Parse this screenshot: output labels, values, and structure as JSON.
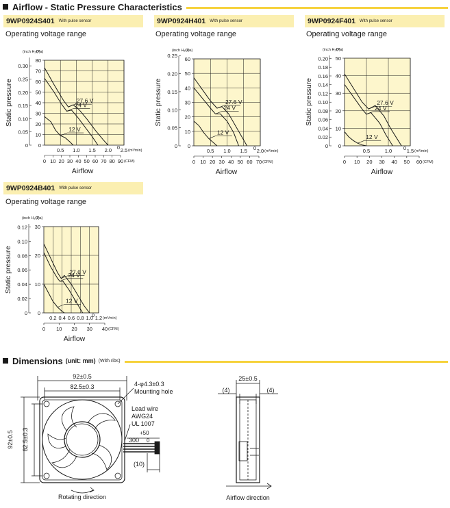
{
  "header": {
    "title": "Airflow - Static Pressure Characteristics"
  },
  "op_label": "Operating voltage range",
  "units": {
    "inch": "(inch H₂O)",
    "pa": "(Pa)",
    "m3": "(m³/min)",
    "cfm": "(CFM)"
  },
  "axis_labels": {
    "y": "Static pressure",
    "x": "Airflow"
  },
  "chart_data": [
    {
      "type": "line",
      "model": "9WP0924S401",
      "note": "With pulse sensor",
      "xlim": [
        0,
        2.5
      ],
      "ylim": [
        0,
        80
      ],
      "x_ticks": [
        "0.5",
        "1.0",
        "1.5",
        "2.0",
        "2.5"
      ],
      "pa_ticks": [
        "0",
        "10",
        "20",
        "30",
        "40",
        "50",
        "60",
        "70",
        "80"
      ],
      "inch_ticks": [
        "0",
        "0.05",
        "0.10",
        "0.15",
        "0.20",
        "0.25",
        "0.30"
      ],
      "cfm_ticks": [
        "0",
        "10",
        "20",
        "30",
        "40",
        "50",
        "60",
        "70",
        "80",
        "90"
      ],
      "series": [
        {
          "name": "27.6 V",
          "x": [
            0,
            0.3,
            0.6,
            0.75,
            0.9,
            1.1,
            1.35,
            1.6,
            1.85,
            2.0
          ],
          "y": [
            73,
            57,
            42,
            36,
            38,
            33,
            24,
            14,
            5,
            0
          ]
        },
        {
          "name": "24 V",
          "x": [
            0,
            0.3,
            0.55,
            0.7,
            0.85,
            1.05,
            1.3,
            1.5,
            1.68
          ],
          "y": [
            63,
            50,
            38,
            32,
            33,
            26,
            16,
            8,
            0
          ]
        },
        {
          "name": "12 V",
          "x": [
            0,
            0.2,
            0.35,
            0.5,
            0.65,
            0.8,
            0.9
          ],
          "y": [
            27,
            22,
            14,
            9,
            7,
            3,
            0
          ]
        }
      ]
    },
    {
      "type": "line",
      "model": "9WP0924H401",
      "note": "With pulse sensor",
      "xlim": [
        0,
        2.0
      ],
      "ylim": [
        0,
        60
      ],
      "x_ticks": [
        "0.5",
        "1.0",
        "1.5",
        "2.0"
      ],
      "pa_ticks": [
        "0",
        "10",
        "20",
        "30",
        "40",
        "50",
        "60"
      ],
      "inch_ticks": [
        "0",
        "0.05",
        "0.10",
        "0.15",
        "0.20",
        "0.25"
      ],
      "cfm_ticks": [
        "0",
        "10",
        "20",
        "30",
        "40",
        "50",
        "60",
        "70"
      ],
      "series": [
        {
          "name": "27.6 V",
          "x": [
            0,
            0.25,
            0.5,
            0.7,
            0.85,
            1.05,
            1.25,
            1.45,
            1.6
          ],
          "y": [
            47,
            39,
            31,
            26,
            27,
            22,
            14,
            6,
            0
          ]
        },
        {
          "name": "24 V",
          "x": [
            0,
            0.25,
            0.5,
            0.65,
            0.8,
            1.0,
            1.2,
            1.35
          ],
          "y": [
            40,
            33,
            26,
            22,
            22,
            17,
            9,
            0
          ]
        },
        {
          "name": "12 V",
          "x": [
            0,
            0.15,
            0.3,
            0.45,
            0.6,
            0.7
          ],
          "y": [
            17,
            14,
            9,
            5,
            2,
            0
          ]
        }
      ]
    },
    {
      "type": "line",
      "model": "9WP0924F401",
      "note": "With pulse sensor",
      "xlim": [
        0,
        1.5
      ],
      "ylim": [
        0,
        50
      ],
      "x_ticks": [
        "0.5",
        "1.0",
        "1.5"
      ],
      "pa_ticks": [
        "0",
        "10",
        "20",
        "30",
        "40",
        "50"
      ],
      "inch_ticks": [
        "0",
        "0.02",
        "0.04",
        "0.06",
        "0.08",
        "0.10",
        "0.12",
        "0.14",
        "0.16",
        "0.18",
        "0.20"
      ],
      "cfm_ticks": [
        "0",
        "10",
        "20",
        "30",
        "40",
        "50",
        "60"
      ],
      "series": [
        {
          "name": "27.6 V",
          "x": [
            0,
            0.2,
            0.4,
            0.55,
            0.7,
            0.9,
            1.05,
            1.2,
            1.3
          ],
          "y": [
            41,
            33,
            25,
            21,
            23,
            17,
            10,
            4,
            0
          ]
        },
        {
          "name": "24 V",
          "x": [
            0,
            0.2,
            0.4,
            0.5,
            0.6,
            0.8,
            0.95,
            1.1
          ],
          "y": [
            35,
            28,
            21,
            18,
            19,
            13,
            6,
            0
          ]
        },
        {
          "name": "12 V",
          "x": [
            0,
            0.1,
            0.2,
            0.3,
            0.4,
            0.5
          ],
          "y": [
            8,
            5,
            3,
            1.5,
            0.5,
            0
          ]
        }
      ]
    },
    {
      "type": "line",
      "model": "9WP0924B401",
      "note": "With pulse sensor",
      "xlim": [
        0,
        1.2
      ],
      "ylim": [
        0,
        30
      ],
      "x_ticks": [
        "0.2",
        "0.4",
        "0.6",
        "0.8",
        "1.0",
        "1.2"
      ],
      "pa_ticks": [
        "0",
        "10",
        "20",
        "30"
      ],
      "inch_ticks": [
        "0",
        "0.02",
        "0.04",
        "0.06",
        "0.08",
        "0.10",
        "0.12"
      ],
      "cfm_ticks": [
        "0",
        "10",
        "20",
        "30",
        "40"
      ],
      "series": [
        {
          "name": "27.6 V",
          "x": [
            0,
            0.15,
            0.3,
            0.38,
            0.45,
            0.6,
            0.75,
            0.88,
            1.0
          ],
          "y": [
            24,
            19,
            14,
            12,
            13,
            10,
            6,
            2.5,
            0
          ]
        },
        {
          "name": "24 V",
          "x": [
            0,
            0.15,
            0.3,
            0.35,
            0.42,
            0.55,
            0.7,
            0.85
          ],
          "y": [
            21,
            16,
            12,
            11,
            11,
            8,
            4,
            0
          ]
        },
        {
          "name": "12 V",
          "x": [
            0,
            0.1,
            0.2,
            0.3,
            0.4,
            0.45
          ],
          "y": [
            10,
            7,
            4,
            2,
            0.5,
            0
          ]
        }
      ]
    }
  ],
  "dimensions": {
    "title": "Dimensions",
    "unit": "(unit: mm)",
    "ribs": "(With ribs)",
    "w_outer": "92±0.5",
    "w_inner": "82.5±0.3",
    "h_outer": "92±0.5",
    "h_inner": "82.5±0.3",
    "hole": "4-φ4.3±0.3",
    "hole_label": "Mounting hole",
    "lead_1": "Lead wire",
    "lead_2": "AWG24",
    "lead_3": "UL 1007",
    "len_main": "300",
    "tol_plus": "+50",
    "tol_zero": "0",
    "strip": "(10)",
    "rotating": "Rotating direction",
    "depth": "25±0.5",
    "side_l": "(4)",
    "side_r": "(4)",
    "airflow_dir": "Airflow direction"
  }
}
